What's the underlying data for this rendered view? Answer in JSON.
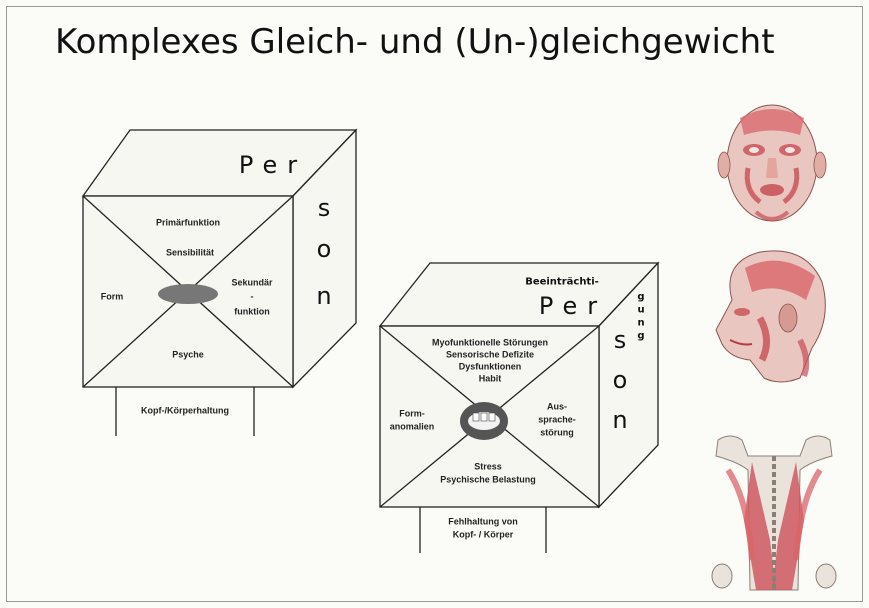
{
  "title": "Komplexes  Gleich- und (Un-)gleichgewicht",
  "cube1": {
    "front_top": "Primärfunktion",
    "sensibility": "Sensibilität",
    "secondary_1": "Sekundär",
    "secondary_dash": "-",
    "secondary_2": "funktion",
    "left": "Form",
    "bottom": "Psyche",
    "side_word_top": "Per",
    "side_letters": [
      "s",
      "o",
      "n"
    ],
    "base_label": "Kopf-/Körperhaltung"
  },
  "cube2": {
    "top_lines": [
      "Myofunktionelle Störungen",
      "Sensorische Defizite",
      "Dysfunktionen",
      "Habit"
    ],
    "left": [
      "Form-",
      "anomalien"
    ],
    "right": [
      "Aus-",
      "sprache-",
      "störung"
    ],
    "bottom": [
      "Stress",
      "Psychische Belastung"
    ],
    "impairment_word": "Beeinträchti-",
    "impairment_vertical": [
      "g",
      "u",
      "n",
      "g"
    ],
    "side_word_top": "Per",
    "side_letters": [
      "s",
      "o",
      "n"
    ],
    "base_label": [
      "Fehlhaltung von",
      "Kopf- / Körper"
    ]
  },
  "colors": {
    "muscle": "#d9646a",
    "skin": "#e8c9c1",
    "bone": "#e9e3dc",
    "ellipse": "#777777"
  }
}
